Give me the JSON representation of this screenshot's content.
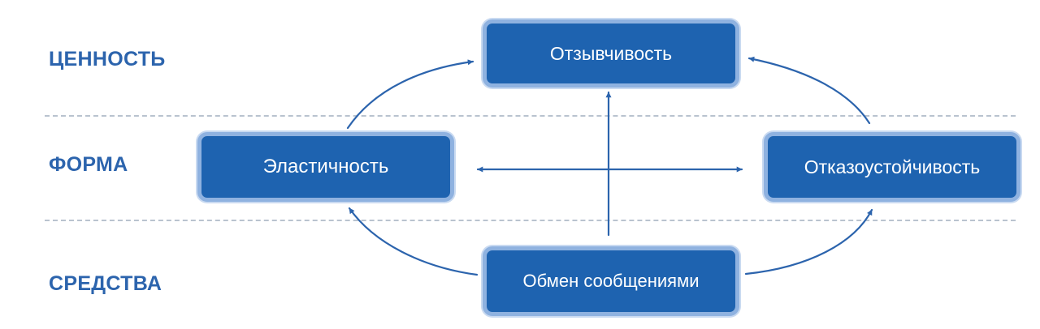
{
  "levels": {
    "value": "ЦЕННОСТЬ",
    "form": "ФОРМА",
    "means": "СРЕДСТВА"
  },
  "nodes": {
    "responsive": "Отзывчивость",
    "elastic": "Эластичность",
    "resilient": "Отказоустойчивость",
    "message_driven": "Обмен сообщениями"
  },
  "colors": {
    "label": "#2c64ad",
    "node_fill": "#1e63b0",
    "node_border": "#8fb2e0",
    "arrow": "#2c64ad",
    "divider": "#b9c3cf"
  }
}
